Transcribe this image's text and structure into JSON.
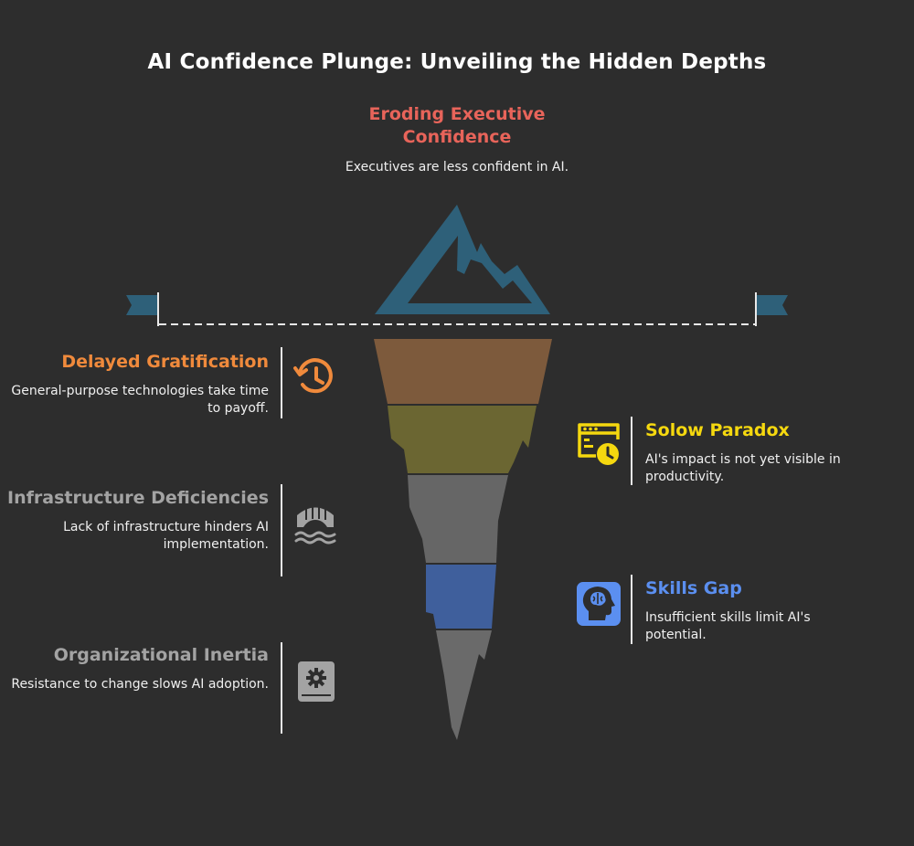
{
  "title": "AI Confidence Plunge: Unveiling the Hidden Depths",
  "top": {
    "heading": "Eroding Executive Confidence",
    "description": "Executives are less confident in AI.",
    "color": "#e8645a"
  },
  "left_items": [
    {
      "heading": "Delayed Gratification",
      "description": "General-purpose technologies take time to payoff.",
      "color": "#f08a3c",
      "icon": "clock-history-icon"
    },
    {
      "heading": "Infrastructure Deficiencies",
      "description": "Lack of infrastructure hinders AI implementation.",
      "color": "#a3a3a3",
      "icon": "bridge-icon"
    },
    {
      "heading": "Organizational Inertia",
      "description": "Resistance to change slows AI adoption.",
      "color": "#a3a3a3",
      "icon": "gear-book-icon"
    }
  ],
  "right_items": [
    {
      "heading": "Solow Paradox",
      "description": "AI's impact is not yet visible in productivity.",
      "color": "#f5d80f",
      "icon": "browser-clock-icon"
    },
    {
      "heading": "Skills Gap",
      "description": "Insufficient skills limit AI's potential.",
      "color": "#5b8ff0",
      "icon": "head-brain-icon"
    }
  ],
  "colors": {
    "background": "#2d2d2d",
    "iceberg_tip": "#2e6079",
    "waterline": "#e8e8e8",
    "layer_brown": "#7d5a3c",
    "layer_olive": "#6b6632",
    "layer_gray": "#666666",
    "layer_blue": "#3f5f9c",
    "layer_bottom": "#6a6a6a"
  }
}
